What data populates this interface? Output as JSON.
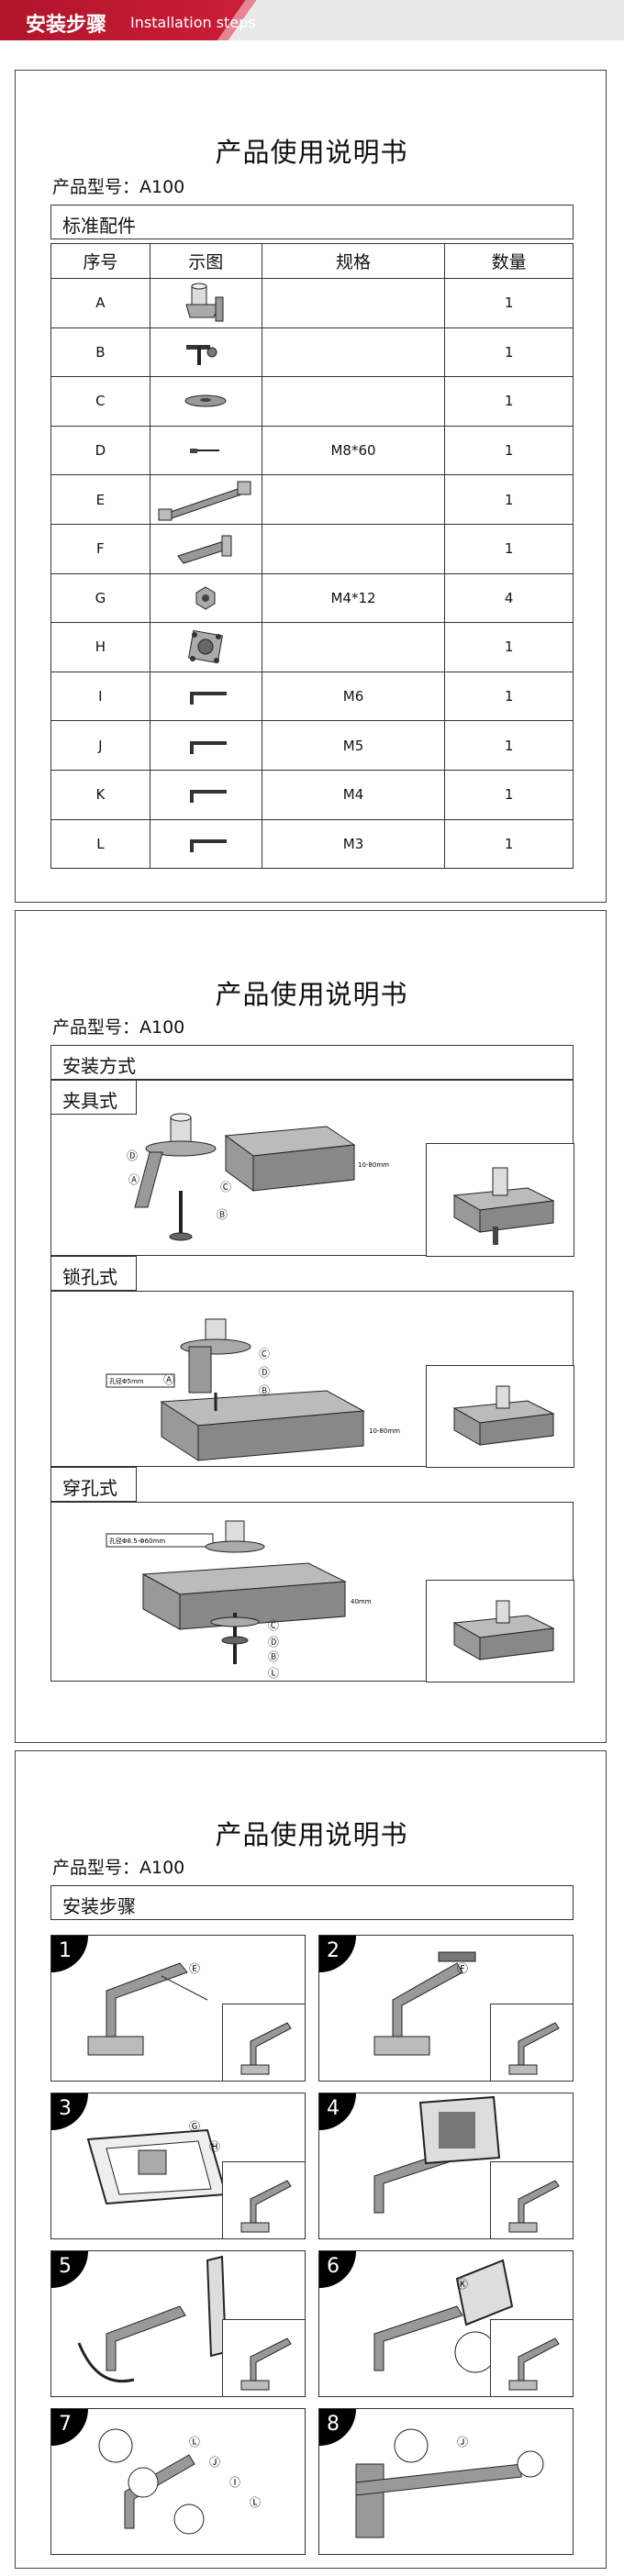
{
  "header": {
    "title_cn": "安装步骤",
    "title_en": "Installation steps"
  },
  "pages": [
    {
      "title": "产品使用说明书",
      "model": "产品型号：A100"
    },
    {
      "title": "产品使用说明书",
      "model": "产品型号：A100"
    },
    {
      "title": "产品使用说明书",
      "model": "产品型号：A100"
    }
  ],
  "parts_section": {
    "heading": "标准配件",
    "columns": [
      "序号",
      "示图",
      "规格",
      "数量"
    ],
    "rows": [
      {
        "id": "A",
        "spec": "",
        "qty": "1",
        "icon": "clamp-bracket-icon"
      },
      {
        "id": "B",
        "spec": "",
        "qty": "1",
        "icon": "screw-handle-icon"
      },
      {
        "id": "C",
        "spec": "",
        "qty": "1",
        "icon": "washer-plate-icon"
      },
      {
        "id": "D",
        "spec": "M8*60",
        "qty": "1",
        "icon": "bolt-icon"
      },
      {
        "id": "E",
        "spec": "",
        "qty": "1",
        "icon": "gas-spring-arm-icon"
      },
      {
        "id": "F",
        "spec": "",
        "qty": "1",
        "icon": "lower-arm-icon"
      },
      {
        "id": "G",
        "spec": "M4*12",
        "qty": "4",
        "icon": "small-screw-icon"
      },
      {
        "id": "H",
        "spec": "",
        "qty": "1",
        "icon": "vesa-plate-icon"
      },
      {
        "id": "I",
        "spec": "M6",
        "qty": "1",
        "icon": "hex-key-icon"
      },
      {
        "id": "J",
        "spec": "M5",
        "qty": "1",
        "icon": "hex-key-icon"
      },
      {
        "id": "K",
        "spec": "M4",
        "qty": "1",
        "icon": "hex-key-icon"
      },
      {
        "id": "L",
        "spec": "M3",
        "qty": "1",
        "icon": "hex-key-icon"
      }
    ]
  },
  "install_section": {
    "heading": "安装方式",
    "methods": [
      {
        "label": "夹具式",
        "dim_label": "10-80mm",
        "callouts": [
          "Ⓐ",
          "Ⓒ",
          "Ⓓ",
          "Ⓑ"
        ]
      },
      {
        "label": "锁孔式",
        "dim_label": "10-80mm",
        "hole_label": "孔径Φ5mm",
        "callouts": [
          "Ⓐ",
          "Ⓒ",
          "Ⓓ",
          "Ⓑ"
        ]
      },
      {
        "label": "穿孔式",
        "dim_label": "40mm",
        "hole_label": "孔径Φ8.5-Φ60mm",
        "callouts": [
          "Ⓒ",
          "Ⓓ",
          "Ⓑ",
          "Ⓛ"
        ]
      }
    ]
  },
  "steps_section": {
    "heading": "安装步骤",
    "steps": [
      {
        "num": "1",
        "callouts": [
          "Ⓔ"
        ]
      },
      {
        "num": "2",
        "callouts": [
          "Ⓕ"
        ]
      },
      {
        "num": "3",
        "callouts": [
          "Ⓖ",
          "Ⓗ"
        ]
      },
      {
        "num": "4",
        "callouts": []
      },
      {
        "num": "5",
        "callouts": []
      },
      {
        "num": "6",
        "callouts": [
          "Ⓚ"
        ]
      },
      {
        "num": "7",
        "callouts": [
          "Ⓛ",
          "Ⓙ",
          "Ⓘ",
          "Ⓛ"
        ]
      },
      {
        "num": "8",
        "callouts": [
          "Ⓙ"
        ]
      }
    ]
  }
}
